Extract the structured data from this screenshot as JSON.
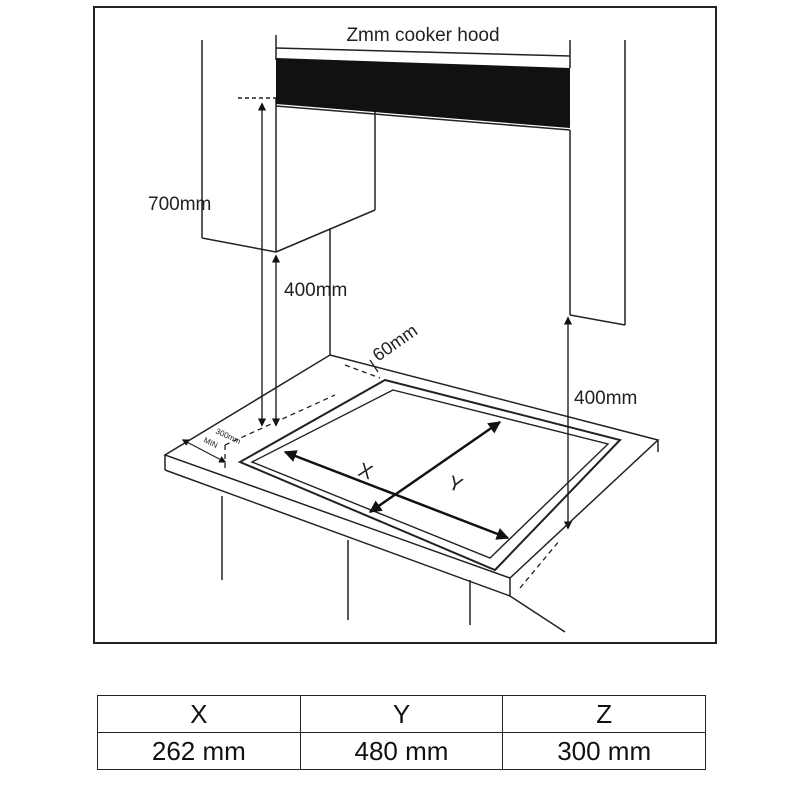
{
  "diagram": {
    "hood_label": "Zmm cooker hood",
    "dim_700": "700mm",
    "dim_400_left": "400mm",
    "dim_400_right": "400mm",
    "dim_60": "60mm",
    "dim_small": "300mm",
    "dim_small_2": "MIN",
    "axis_x": "X",
    "axis_y": "Y"
  },
  "dimensions_table": {
    "headers": [
      "X",
      "Y",
      "Z"
    ],
    "values": [
      "262 mm",
      "480 mm",
      "300 mm"
    ]
  }
}
